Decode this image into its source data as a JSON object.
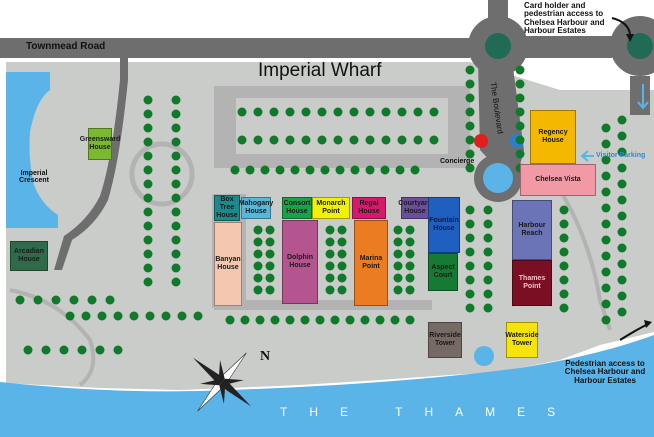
{
  "map": {
    "title": "Imperial Wharf",
    "river": "THE THAMES",
    "compass": "N"
  },
  "roads": {
    "townmead": "Townmead Road",
    "boulevard": "The Boulevard"
  },
  "notes": {
    "top_right": "Card holder and pedestrian access to Chelsea Harbour and Harbour Estates",
    "bottom_right": "Pedestrian access to Chelsea Harbour and Harbour Estates",
    "visitor_parking": "Visitor Parking",
    "concierge": "Concierge"
  },
  "places": {
    "imperial_crescent": "Imperial Crescent",
    "greensward": "Greensward House",
    "arcadian": "Arcadian House",
    "box_tree": "Box Tree House",
    "mahogany": "Mahogany House",
    "consort": "Consort House",
    "monarch": "Monarch Point",
    "regal": "Regal House",
    "courtyard": "Courtyard House",
    "fountain": "Fountain House",
    "banyan": "Banyan House",
    "dolphin": "Dolphin House",
    "marina": "Marina Point",
    "aspect": "Aspect Court",
    "regency": "Regency House",
    "chelsea_vista": "Chelsea Vista",
    "harbour_reach": "Harbour Reach",
    "thames_point": "Thames Point",
    "riverside": "Riverside Tower",
    "waterside": "Waterside Tower"
  },
  "colors": {
    "road": "#6e6e6e",
    "ground": "#c9ccc9",
    "building_grey": "#b3b3b3",
    "water": "#5ab4e8",
    "tree": "#0f7a2a",
    "box_tree": "#1b8a8a",
    "mahogany": "#55b7d9",
    "consort": "#17a34a",
    "monarch": "#f2f200",
    "regal": "#d6196b",
    "courtyard": "#6b4f9c",
    "fountain": "#1f5fc0",
    "banyan": "#f3c7b0",
    "dolphin": "#b55590",
    "marina": "#ec7c22",
    "aspect": "#157a34",
    "regency": "#f5b800",
    "chelsea_vista": "#f19aa5",
    "harbour_reach": "#6a74b6",
    "thames_point": "#7a0f23",
    "riverside": "#756a64",
    "waterside": "#f6e30a",
    "greensward": "#7ab830",
    "arcadian": "#2f6b4a",
    "concierge_marker": "#e0201e",
    "fountain_marker": "#2a7fd4",
    "arrow": "#5ab4e8"
  },
  "icons": [
    "compass-rose-icon",
    "concierge-marker-icon",
    "fountain-marker-icon",
    "visitor-parking-arrow-icon",
    "access-arrow-icon"
  ]
}
